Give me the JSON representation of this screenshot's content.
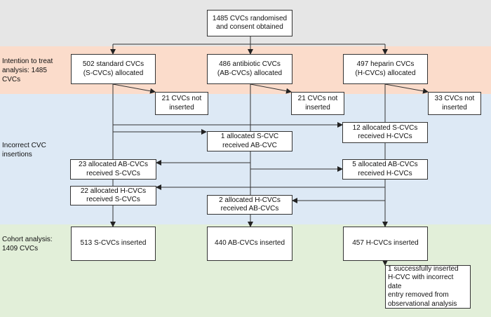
{
  "bands": {
    "top": {
      "color": "#e6e6e6"
    },
    "itt": {
      "color": "#fbdccb",
      "label": "Intention to treat\nanalysis: 1485\nCVCs"
    },
    "incorrect": {
      "color": "#dde9f5",
      "label": "Incorrect CVC\ninsertions"
    },
    "cohort": {
      "color": "#e2efd9",
      "label": "Cohort analysis:\n1409 CVCs"
    }
  },
  "boxes": {
    "randomised": "1485 CVCs randomised\nand consent obtained",
    "s_alloc": "502 standard CVCs\n(S-CVCs) allocated",
    "ab_alloc": "486 antibiotic CVCs\n(AB-CVCs) allocated",
    "h_alloc": "497 heparin CVCs\n(H-CVCs) allocated",
    "s_not_inserted": "21 CVCs not\ninserted",
    "ab_not_inserted": "21 CVCs not\ninserted",
    "h_not_inserted": "33 CVCs not\ninserted",
    "s_to_h": "12 allocated S-CVCs\nreceived H-CVCs",
    "s_to_ab": "1 allocated S-CVC\nreceived AB-CVC",
    "ab_to_s": "23 allocated AB-CVCs\nreceived S-CVCs",
    "ab_to_h": "5 allocated AB-CVCs\nreceived H-CVCs",
    "h_to_s": "22 allocated H-CVCs\nreceived S-CVCs",
    "h_to_ab": "2 allocated H-CVCs\nreceived AB-CVCs",
    "s_inserted": "513 S-CVCs inserted",
    "ab_inserted": "440 AB-CVCs inserted",
    "h_inserted": "457 H-CVCs inserted",
    "h_removed": "1 successfully inserted\nH-CVC with incorrect date\nentry removed from\nobservational analysis"
  }
}
